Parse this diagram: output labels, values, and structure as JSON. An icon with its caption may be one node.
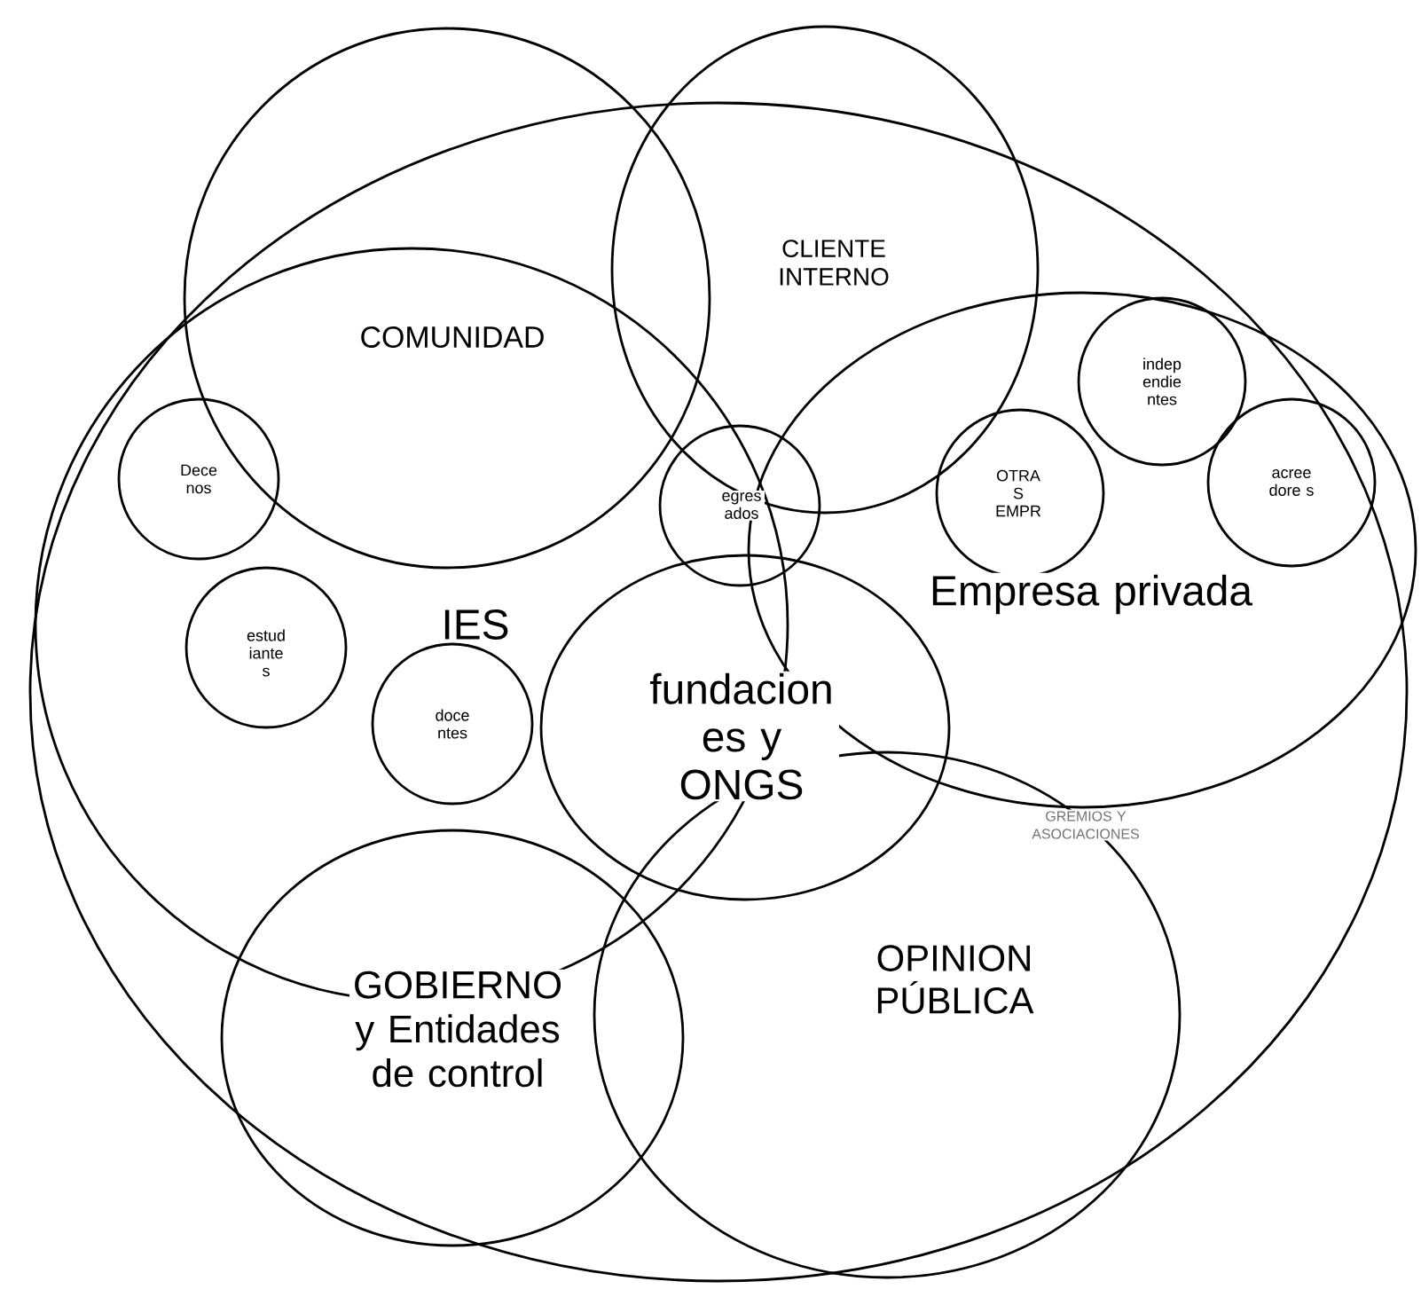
{
  "diagram": {
    "nodes": [
      {
        "text": [],
        "shape": "circle"
      },
      {
        "text": [
          "CLIENTE INTERNO"
        ],
        "in": 0
      },
      {
        "text": [
          "COMUNIDAD"
        ],
        "in": 0
      },
      {
        "text": [
          "IES"
        ],
        "in": 0
      },
      {
        "text": [
          "Dece nos"
        ],
        "in": 3
      },
      {
        "text": [
          "estud iante s"
        ],
        "in": 3
      },
      {
        "text": [
          "doce ntes"
        ],
        "in": 3
      },
      {
        "text": [
          "egres ados"
        ],
        "in": 0
      },
      {
        "text": [
          "Empresa privada"
        ],
        "in": 0
      },
      {
        "text": [
          "OTRA S EMPR"
        ],
        "in": 8
      },
      {
        "text": [
          "indep endie ntes"
        ],
        "in": 8
      },
      {
        "text": [
          "acree dore s"
        ],
        "in": 8
      },
      {
        "text": [
          "fundacion es y ONGS"
        ],
        "in": 0
      },
      {
        "text": [
          "GOBIERNO y Entidades de control"
        ],
        "in": 0
      },
      {
        "text": [
          "OPINION PÚBLICA"
        ],
        "in": 0
      }
    ],
    "labels": [
      "GREMIOS Y ASOCIACIONES"
    ]
  }
}
